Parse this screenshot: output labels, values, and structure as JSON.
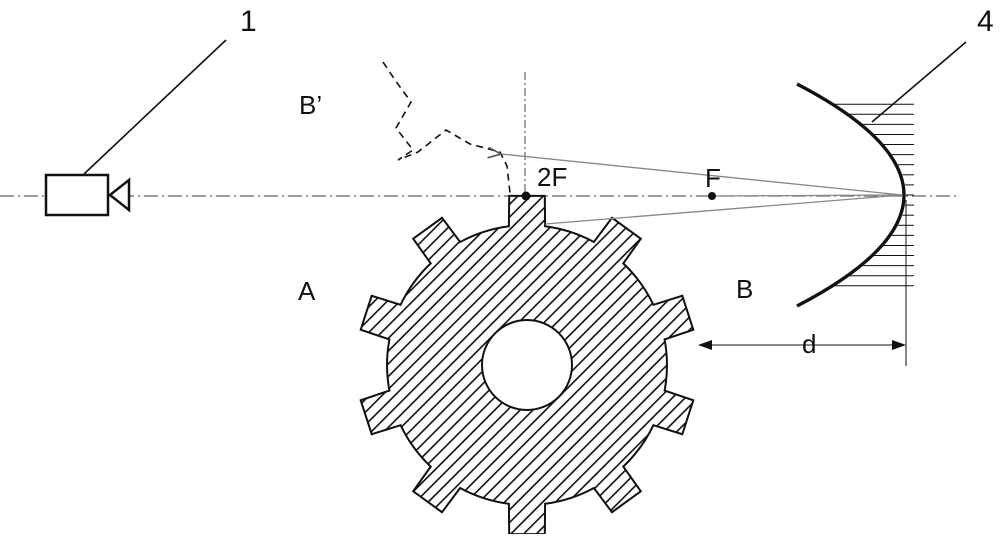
{
  "labels": {
    "callout_1": "1",
    "callout_4": "4",
    "region_b_prime": "B’",
    "region_a": "A",
    "region_b": "B",
    "point_2f": "2F",
    "point_f": "F",
    "distance_d": "d"
  },
  "icons": {
    "camera": "camera-icon",
    "gear": "gear-icon",
    "mirror": "concave-mirror-icon"
  },
  "colors": {
    "line": "#111111",
    "ray": "#888888",
    "background": "#ffffff"
  }
}
